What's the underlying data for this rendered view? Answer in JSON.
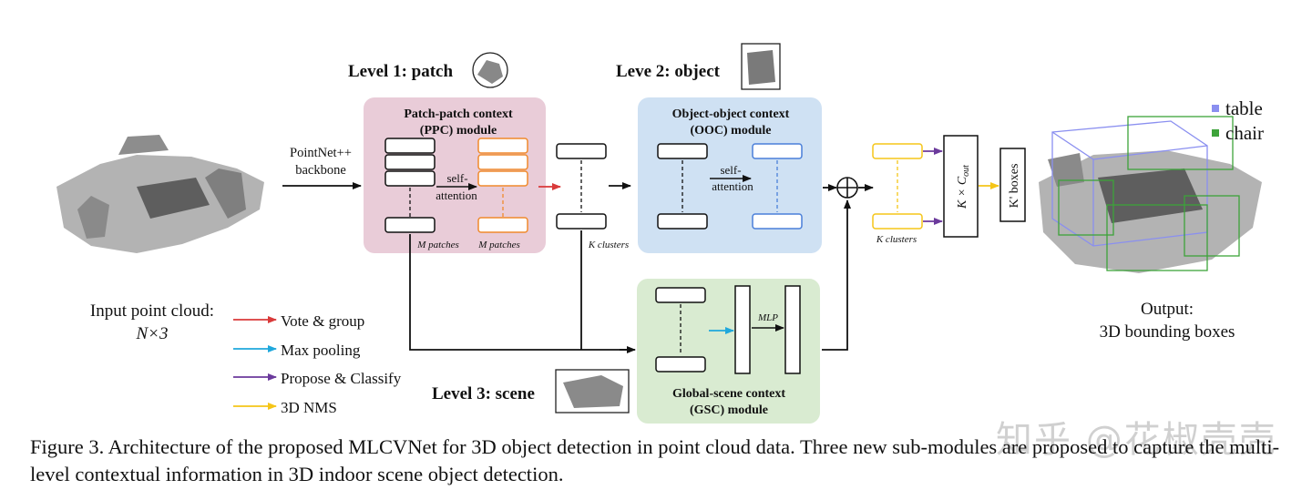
{
  "colors": {
    "ppc_bg": "#e9ccd8",
    "ooc_bg": "#cfe1f3",
    "gsc_bg": "#d9ebd1",
    "red": "#d93a3a",
    "cyan": "#1fa8dc",
    "purple": "#6b3a9c",
    "yellow": "#f5c518",
    "orange": "#f08a2c",
    "blue": "#4a7fd9",
    "table_legend": "#8a8ff0",
    "chair_legend": "#3da33a"
  },
  "levels": {
    "level1": "Level 1: patch",
    "level2": "Leve 2: object",
    "level3": "Level 3: scene"
  },
  "modules": {
    "ppc_line1": "Patch-patch context",
    "ppc_line2": "(PPC) module",
    "ooc_line1": "Object-object context",
    "ooc_line2": "(OOC) module",
    "gsc_line1": "Global-scene context",
    "gsc_line2": "(GSC) module"
  },
  "labels": {
    "pointnet1": "PointNet++",
    "pointnet2": "backbone",
    "self1": "self-",
    "self2": "attention",
    "ooc_self1": "self-",
    "ooc_self2": "attention",
    "m_patches_a": "M patches",
    "m_patches_b": "M patches",
    "k_clusters_a": "K clusters",
    "k_clusters_b": "K clusters",
    "mlp": "MLP",
    "kcout": "K × C",
    "kcout_sub": "out",
    "kboxes": "K' boxes"
  },
  "input": {
    "line1": "Input point cloud:",
    "line2": "N×3"
  },
  "output": {
    "line1": "Output:",
    "line2": "3D bounding boxes"
  },
  "legend": [
    {
      "label": "Vote & group",
      "color": "#d93a3a"
    },
    {
      "label": "Max pooling",
      "color": "#1fa8dc"
    },
    {
      "label": "Propose & Classify",
      "color": "#6b3a9c"
    },
    {
      "label": "3D NMS",
      "color": "#f5c518"
    }
  ],
  "class_legend": {
    "table": "table",
    "chair": "chair"
  },
  "caption": "Figure 3. Architecture of the proposed MLCVNet for 3D object detection in point cloud data.  Three new sub-modules are proposed to capture the multi-level contextual information in 3D indoor scene object detection.",
  "watermark": "知乎 @花椒壳壳"
}
